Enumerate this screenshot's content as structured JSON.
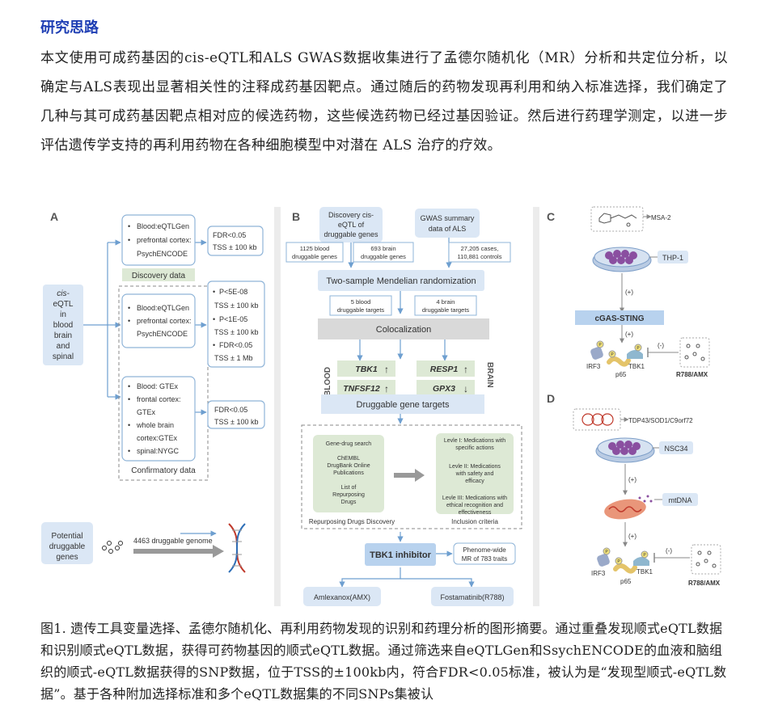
{
  "section_title": "研究思路",
  "intro": "本文使用可成药基因的cis-eQTL和ALS GWAS数据收集进行了孟德尔随机化（MR）分析和共定位分析，以确定与ALS表现出显著相关性的注释成药基因靶点。通过随后的药物发现再利用和纳入标准选择，我们确定了几种与其可成药基因靶点相对应的候选药物，这些候选药物已经过基因验证。然后进行药理学测定，以进一步评估遗传学支持的再利用药物在各种细胞模型中对潜在 ALS 治疗的疗效。",
  "figure": {
    "panel_a": {
      "letter": "A",
      "source_lines": [
        "cis-",
        "eQTL",
        "in",
        "blood",
        "brain",
        "and",
        "spinal"
      ],
      "discovery_items": [
        "Blood:eQTLGen",
        "prefrontal cortex:",
        "PsychENCODE"
      ],
      "discovery_thresholds": [
        "FDR<0.05",
        "TSS ± 100 kb"
      ],
      "discovery_label": "Discovery data",
      "confirm1_items": [
        "Blood:eQTLGen",
        "prefrontal cortex:",
        "PsychENCODE"
      ],
      "confirm1_thresholds": [
        "P<5E-08",
        "TSS ± 100 kb",
        "P<1E-05",
        "TSS ± 100 kb",
        "FDR<0.05",
        "TSS ± 1 Mb"
      ],
      "confirm2_items": [
        "Blood: GTEx",
        "frontal cortex:",
        "GTEx",
        "whole brain",
        "cortex:GTEx",
        "spinal:NYGC"
      ],
      "confirm2_thresholds": [
        "FDR<0.05",
        "TSS ± 100 kb"
      ],
      "confirmatory_label": "Confirmatory data",
      "potential_lines": [
        "Potential",
        "druggable",
        "genes"
      ],
      "genome_label": "4463 druggable genome"
    },
    "panel_b": {
      "letter": "B",
      "discovery_lines": [
        "Discovery cis-",
        "eQTL of",
        "druggable genes"
      ],
      "gwas_lines": [
        "GWAS summary",
        "data of ALS"
      ],
      "blood_genes_lines": [
        "1125 blood",
        "druggable genes"
      ],
      "brain_genes_lines": [
        "693 brain",
        "druggable genes"
      ],
      "cases_lines": [
        "27,205 cases,",
        "110,881 controls"
      ],
      "mr_label": "Two-sample Mendelian randomization",
      "blood_targets_lines": [
        "5 blood",
        "druggable targets"
      ],
      "brain_targets_lines": [
        "4 brain",
        "druggable targets"
      ],
      "coloc_label": "Colocalization",
      "blood_side": "BLOOD",
      "brain_side": "BRAIN",
      "gene1": "TBK1",
      "gene2": "TNFSF12",
      "gene3": "RESP1",
      "gene4": "GPX3",
      "up_arrow": "↑",
      "down_arrow": "↓",
      "targets_label": "Druggable gene targets",
      "search_lines": [
        "Gene-drug search",
        "ChEMBL",
        "DrugBank Online",
        "Publications",
        "List of",
        "Repurposing",
        "Drugs"
      ],
      "criteria1_lines": [
        "Levle I: Medications with",
        "specific actions"
      ],
      "criteria2_lines": [
        "Levle II: Medications",
        "with safety and",
        "efficacy"
      ],
      "criteria3_lines": [
        "Levle III: Medications with",
        "ethical recognition and",
        "effectiveness"
      ],
      "repurposing_label": "Repurposing Drugs Discovery",
      "inclusion_label": "Inclusion criteria",
      "inhibitor_label": "TBK1 inhibitor",
      "phenome_lines": [
        "Phenome-wide",
        "MR of 783 traits"
      ],
      "drug1": "Amlexanox(AMX)",
      "drug2": "Fostamatinib(R788)"
    },
    "panel_c": {
      "letter": "C",
      "compound": "MSA-2",
      "cell": "THP-1",
      "plus": "(+)",
      "minus": "(-)",
      "pathway": "cGAS-STING",
      "irf3": "IRF3",
      "tbk1": "TBK1",
      "p65": "p65",
      "p_mark": "P",
      "drugs": "R788/AMX"
    },
    "panel_d": {
      "letter": "D",
      "proteins": "TDP43/SOD1/C9orf72",
      "cell": "NSC34",
      "mtdna": "mtDNA",
      "plus": "(+)",
      "minus": "(-)",
      "irf3": "IRF3",
      "tbk1": "TBK1",
      "p65": "p65",
      "p_mark": "P",
      "drugs": "R788/AMX"
    }
  },
  "caption": "图1. 遗传工具变量选择、孟德尔随机化、再利用药物发现的识别和药理分析的图形摘要。通过重叠发现顺式eQTL数据和识别顺式eQTL数据，获得可药物基因的顺式eQTL数据。通过筛选来自eQTLGen和SsychENCODE的血液和脑组织的顺式-eQTL数据获得的SNP数据，位于TSS的±100kb内，符合FDR<0.05标准，被认为是“发现型顺式-eQTL数据”。基于各种附加选择标准和多个eQTL数据集的不同SNPs集被认",
  "colors": {
    "title": "#1f3fb4",
    "light_blue": "#dbe7f5",
    "box_border": "#8fb4d8",
    "arrow_blue": "#6e9fd0",
    "grey_bar": "#d9d9d9",
    "green_bar": "#dde9d5",
    "purple": "#8a4fa0"
  }
}
